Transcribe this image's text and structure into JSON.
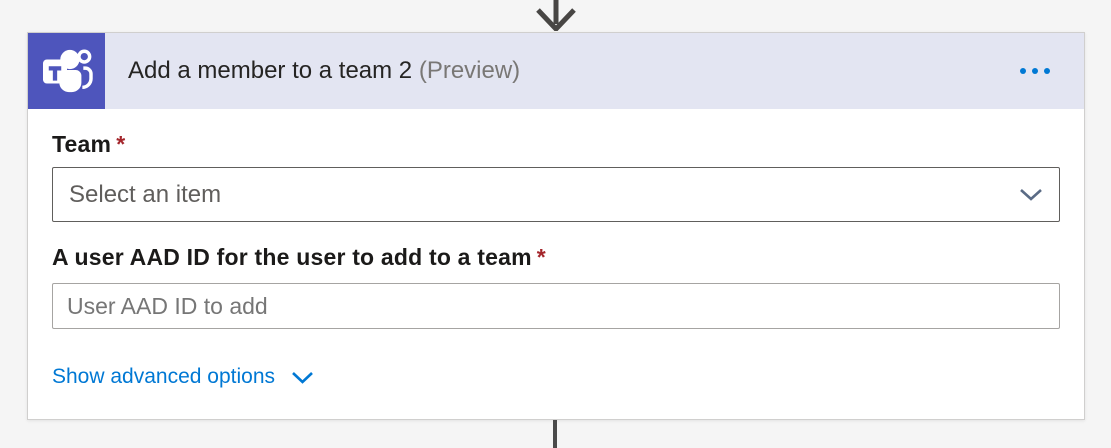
{
  "page": {
    "background_color": "#f5f5f5"
  },
  "flow": {
    "top_arrow_icon": "arrow-down",
    "connector_color": "#484644"
  },
  "card": {
    "title": "Add a member to a team 2",
    "title_suffix": "(Preview)",
    "connector_icon": "microsoft-teams",
    "icon_bg_color": "#4e55bc",
    "header_bg_color": "#e3e5f2",
    "menu_icon": "ellipsis",
    "menu_color": "#0078d4"
  },
  "fields": [
    {
      "label": "Team",
      "required_marker": "*",
      "control": "dropdown",
      "value": "",
      "placeholder": "Select an item",
      "chevron_icon": "chevron-down"
    },
    {
      "label": "A user AAD ID for the user to add to a team",
      "required_marker": "*",
      "control": "text",
      "value": "",
      "placeholder": "User AAD ID to add"
    }
  ],
  "advanced_options": {
    "label": "Show advanced options",
    "state": "collapsed",
    "chevron_icon": "chevron-down"
  }
}
